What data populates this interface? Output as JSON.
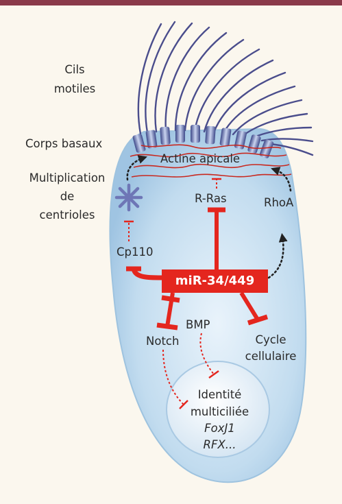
{
  "labels": {
    "cils": "Cils",
    "motiles": "motiles",
    "corps_basaux": "Corps basaux",
    "multiplication": "Multiplication",
    "de": "de",
    "centrioles": "centrioles",
    "actine_apicale": "Actine apicale",
    "r_ras": "R-Ras",
    "rhoa": "RhoA",
    "cp110": "Cp110",
    "mir": "miR-34/449",
    "bmp": "BMP",
    "notch": "Notch",
    "cycle": "Cycle",
    "cellulaire": "cellulaire",
    "identite": "Identité",
    "multiciliee": "multiciliée",
    "foxj1": "FoxJ1",
    "rfx": "RFX..."
  },
  "colors": {
    "inhibition": "#e4261e",
    "dotted_arrow": "#222222",
    "cilia": "#4a4d8c",
    "cell_fill": "#c7def0",
    "top_bar": "#8a3a4a"
  }
}
